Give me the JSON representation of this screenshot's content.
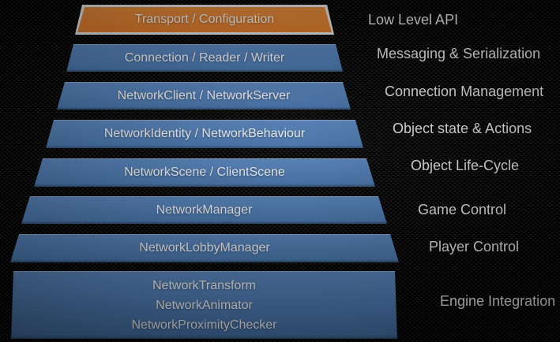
{
  "diagram": {
    "description": "Networking API layer pyramid",
    "colors": {
      "top_layer_fill": "#ED8733",
      "top_layer_border": "#FFFFFF",
      "layer_fill": "#4F81BD",
      "text": "#FFFFFF",
      "background": "#141414"
    },
    "layers": [
      {
        "label": "Transport / Configuration",
        "api": "Low Level API"
      },
      {
        "label": "Connection / Reader / Writer",
        "api": "Messaging & Serialization"
      },
      {
        "label": "NetworkClient / NetworkServer",
        "api": "Connection Management"
      },
      {
        "label": "NetworkIdentity / NetworkBehaviour",
        "api": "Object state & Actions"
      },
      {
        "label": "NetworkScene / ClientScene",
        "api": "Object Life-Cycle"
      },
      {
        "label": "NetworkManager",
        "api": "Game Control"
      },
      {
        "label": "NetworkLobbyManager",
        "api": "Player Control"
      },
      {
        "lines": [
          "NetworkTransform",
          "NetworkAnimator",
          "NetworkProximityChecker"
        ],
        "api": "Engine Integration"
      }
    ]
  }
}
